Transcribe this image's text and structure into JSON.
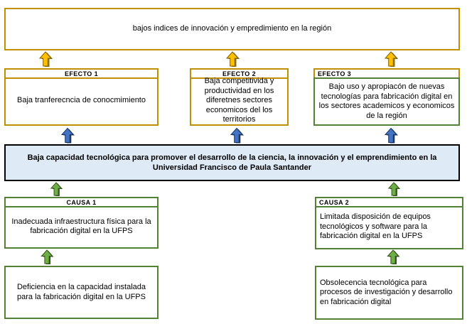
{
  "diagram": {
    "title_hint": "arbol de problemas (problem tree)",
    "top_effect": {
      "text": "bajos indices de innovación y empredimiento en la región"
    },
    "effects": [
      {
        "header": "EFECTO 1",
        "text": "Baja tranferecncia de conocmimiento"
      },
      {
        "header": "EFECTO 2",
        "text": "Baja competitivida y productividad en los diferetnes sectores economicos del los territorios"
      },
      {
        "header": "EFECTO 3",
        "text": "Bajo uso y apropiacón de nuevas tecnologías para fabricación digital en los sectores academicos y economicos de la región"
      }
    ],
    "central_problem": {
      "text": "Baja capacidad tecnológica para promover el desarrollo de la ciencia, la innovación y el emprendimiento en la Universidad Francisco de Paula Santander"
    },
    "causes": [
      {
        "header": "CAUSA 1",
        "text": "Inadecuada infraestructura física para la fabricación digital en la UFPS"
      },
      {
        "header": "CAUSA 2",
        "text": "Limitada disposición de equipos tecnológicos y software para la fabricación digital en la UFPS"
      }
    ],
    "sub_causes": [
      {
        "text": "Deficiencia en la capacidad instalada para la fabricación digital en la UFPS"
      },
      {
        "text": "Obsolecencia tecnológica para procesos de investigación y desarrollo en fabricación digital"
      }
    ],
    "icons": {
      "effect_top_arrow": "yellow-up-arrow",
      "effect_to_problem_arrow": "blue-up-arrow",
      "cause_arrow": "green-up-arrow"
    },
    "colors": {
      "gold_border": "#BF9000",
      "green_border": "#538135",
      "black_border": "#000000",
      "central_box_bg": "#DEEAF6",
      "yellow_arrow": "#FFC000",
      "blue_arrow": "#4472C4",
      "green_arrow": "#6FAE46",
      "box_bg": "#FFFFFF"
    }
  }
}
